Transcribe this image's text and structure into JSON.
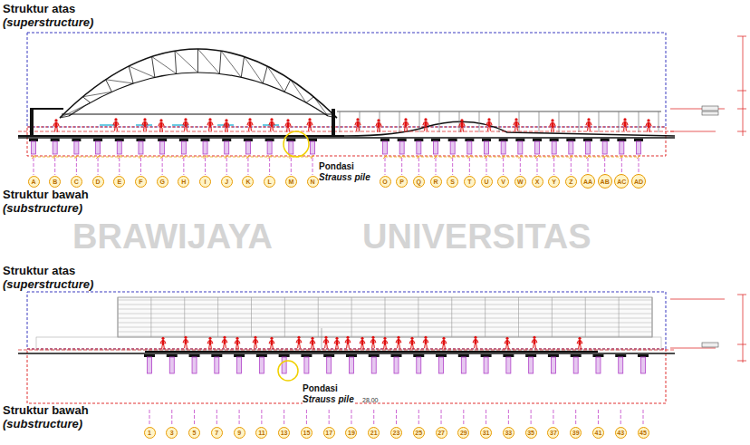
{
  "diagram": {
    "nodes": [
      {
        "text": [
          "A"
        ]
      },
      {
        "text": [
          "B"
        ]
      },
      {
        "text": [
          "C"
        ]
      },
      {
        "text": [
          "D"
        ]
      },
      {
        "text": [
          "E"
        ]
      },
      {
        "text": [
          "F"
        ]
      },
      {
        "text": [
          "G"
        ]
      },
      {
        "text": [
          "H"
        ]
      },
      {
        "text": [
          "I"
        ]
      },
      {
        "text": [
          "J"
        ]
      },
      {
        "text": [
          "K"
        ]
      },
      {
        "text": [
          "L"
        ]
      },
      {
        "text": [
          "M"
        ]
      },
      {
        "text": [
          "N"
        ]
      },
      {
        "text": [
          "O"
        ]
      },
      {
        "text": [
          "P"
        ]
      },
      {
        "text": [
          "Q"
        ]
      },
      {
        "text": [
          "R"
        ]
      },
      {
        "text": [
          "S"
        ]
      },
      {
        "text": [
          "T"
        ]
      },
      {
        "text": [
          "U"
        ]
      },
      {
        "text": [
          "V"
        ]
      },
      {
        "text": [
          "W"
        ]
      },
      {
        "text": [
          "X"
        ]
      },
      {
        "text": [
          "Y"
        ]
      },
      {
        "text": [
          "Z"
        ]
      },
      {
        "text": [
          "AA"
        ]
      },
      {
        "text": [
          "AB"
        ]
      },
      {
        "text": [
          "AC"
        ]
      },
      {
        "text": [
          "AD"
        ]
      },
      {
        "text": [
          "1"
        ]
      },
      {
        "text": [
          "3"
        ]
      },
      {
        "text": [
          "5"
        ]
      },
      {
        "text": [
          "7"
        ]
      },
      {
        "text": [
          "9"
        ]
      },
      {
        "text": [
          "11"
        ]
      },
      {
        "text": [
          "13"
        ]
      },
      {
        "text": [
          "15"
        ]
      },
      {
        "text": [
          "17"
        ]
      },
      {
        "text": [
          "19"
        ]
      },
      {
        "text": [
          "21"
        ]
      },
      {
        "text": [
          "23"
        ]
      },
      {
        "text": [
          "25"
        ]
      },
      {
        "text": [
          "27"
        ]
      },
      {
        "text": [
          "29"
        ]
      },
      {
        "text": [
          "31"
        ]
      },
      {
        "text": [
          "33"
        ]
      },
      {
        "text": [
          "35"
        ]
      },
      {
        "text": [
          "37"
        ]
      },
      {
        "text": [
          "39"
        ]
      },
      {
        "text": [
          "41"
        ]
      },
      {
        "text": [
          "43"
        ]
      },
      {
        "text": [
          "45"
        ]
      }
    ],
    "labels": [
      "Struktur atas",
      "(superstructure)",
      "Pondasi",
      "Strauss pile",
      "Struktur bawah",
      "(substructure)",
      "BRAWIJAYA",
      "UNIVERSITAS",
      "Struktur atas",
      "(superstructure)",
      "Pondasi",
      "Strauss pile",
      "28.00",
      "Struktur bawah",
      "(substructure)"
    ]
  }
}
